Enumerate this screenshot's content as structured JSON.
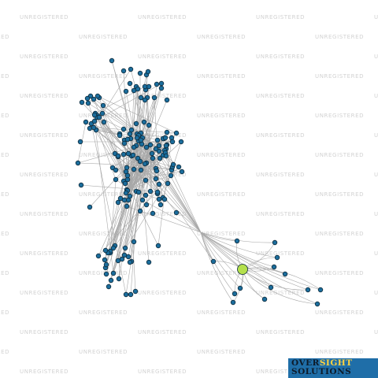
{
  "watermark": {
    "text": "UNREGISTERED",
    "color": "#d2d2d2"
  },
  "logo": {
    "line1_part1": "OVER",
    "line1_part2": "SIGHT",
    "line2": "SOLUTIONS",
    "background": "#1f6ea8",
    "accent": "#ffd23f"
  },
  "graph": {
    "node_color": "#1b6d9c",
    "focus_node_color": "#b4e04c",
    "edge_color": "#a8a8a8",
    "focus_node": "central-entity"
  }
}
